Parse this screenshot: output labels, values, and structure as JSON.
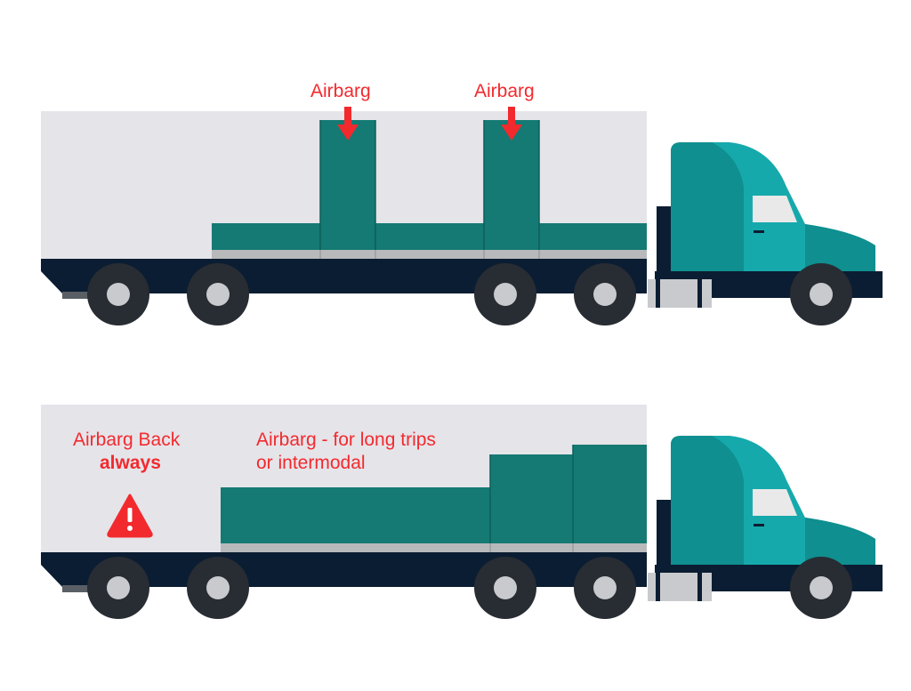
{
  "colors": {
    "trailer": "#e5e4e9",
    "cargo": "#147a73",
    "cargo_dark": "#0d5f59",
    "pallet": "#b8b9bb",
    "chassis": "#0b1d32",
    "cab": "#16a9ac",
    "cab_dark": "#0f8f8f",
    "window": "#e9e9e9",
    "tire": "#282c33",
    "hub": "#c9cacd",
    "label": "#f22a2e",
    "warning": "#f22a2e"
  },
  "top_truck": {
    "labels": [
      "Airbarg",
      "Airbarg"
    ]
  },
  "bottom_truck": {
    "label_back_line1": "Airbarg Back",
    "label_back_line2": "always",
    "label_long_line1": "Airbarg - for long trips",
    "label_long_line2": "or intermodal",
    "icon": "warning-icon"
  }
}
